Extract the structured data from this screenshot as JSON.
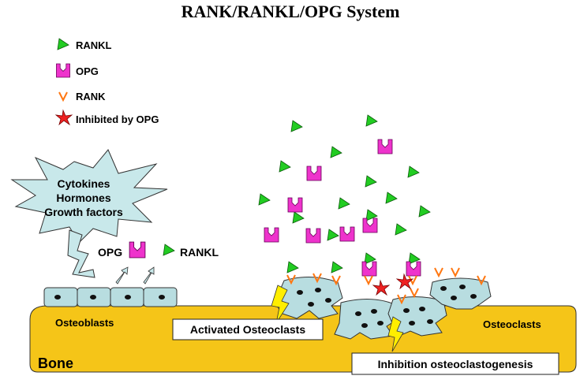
{
  "title": "RANK/RANKL/OPG System",
  "legend": {
    "rankl": "RANKL",
    "opg": "OPG",
    "rank": "RANK",
    "inhibited": "Inhibited by OPG"
  },
  "stimuli": {
    "line1": "Cytokines",
    "line2": "Hormones",
    "line3": "Growth factors"
  },
  "secreted": {
    "opg": "OPG",
    "rankl": "RANKL"
  },
  "labels": {
    "osteoblasts": "Osteoblasts",
    "osteoclasts": "Osteoclasts",
    "bone": "Bone",
    "activated": "Activated Osteoclasts",
    "inhibition": "Inhibition osteoclastogenesis"
  },
  "colors": {
    "rankl": "#22cc22",
    "opg": "#ee33cc",
    "rank": "#ff7711",
    "inhibit": "#ee2222",
    "bone": "#f5c518",
    "cell": "#b8dde0",
    "burst": "#c8e8ea",
    "bolt": "#ffee00"
  }
}
